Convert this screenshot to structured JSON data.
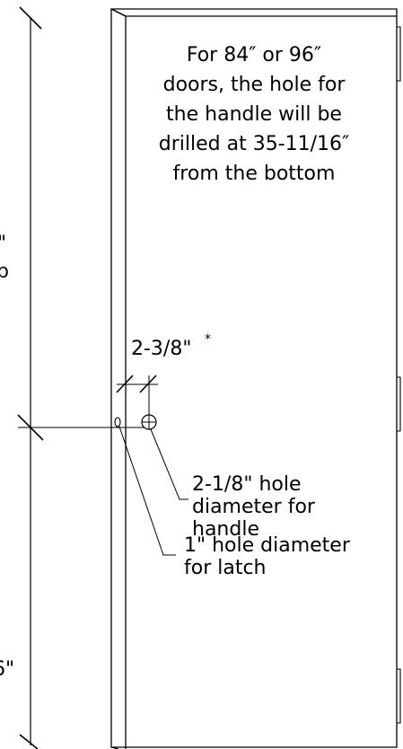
{
  "note": {
    "lines": [
      "For 84″ or 96″",
      "doors, the hole for",
      "the handle will be",
      "drilled at 35-11/16″",
      "from the bottom"
    ]
  },
  "setback": {
    "value": "2-3/8\"",
    "marker": "*"
  },
  "handle_hole": {
    "lines": [
      "2-1/8\" hole",
      "diameter for",
      "handle"
    ]
  },
  "latch_hole": {
    "lines": [
      "1\" hole diameter",
      "for latch"
    ]
  },
  "cropped_labels": {
    "top_line1": "\"",
    "top_line2": "p",
    "bottom": "6\""
  }
}
